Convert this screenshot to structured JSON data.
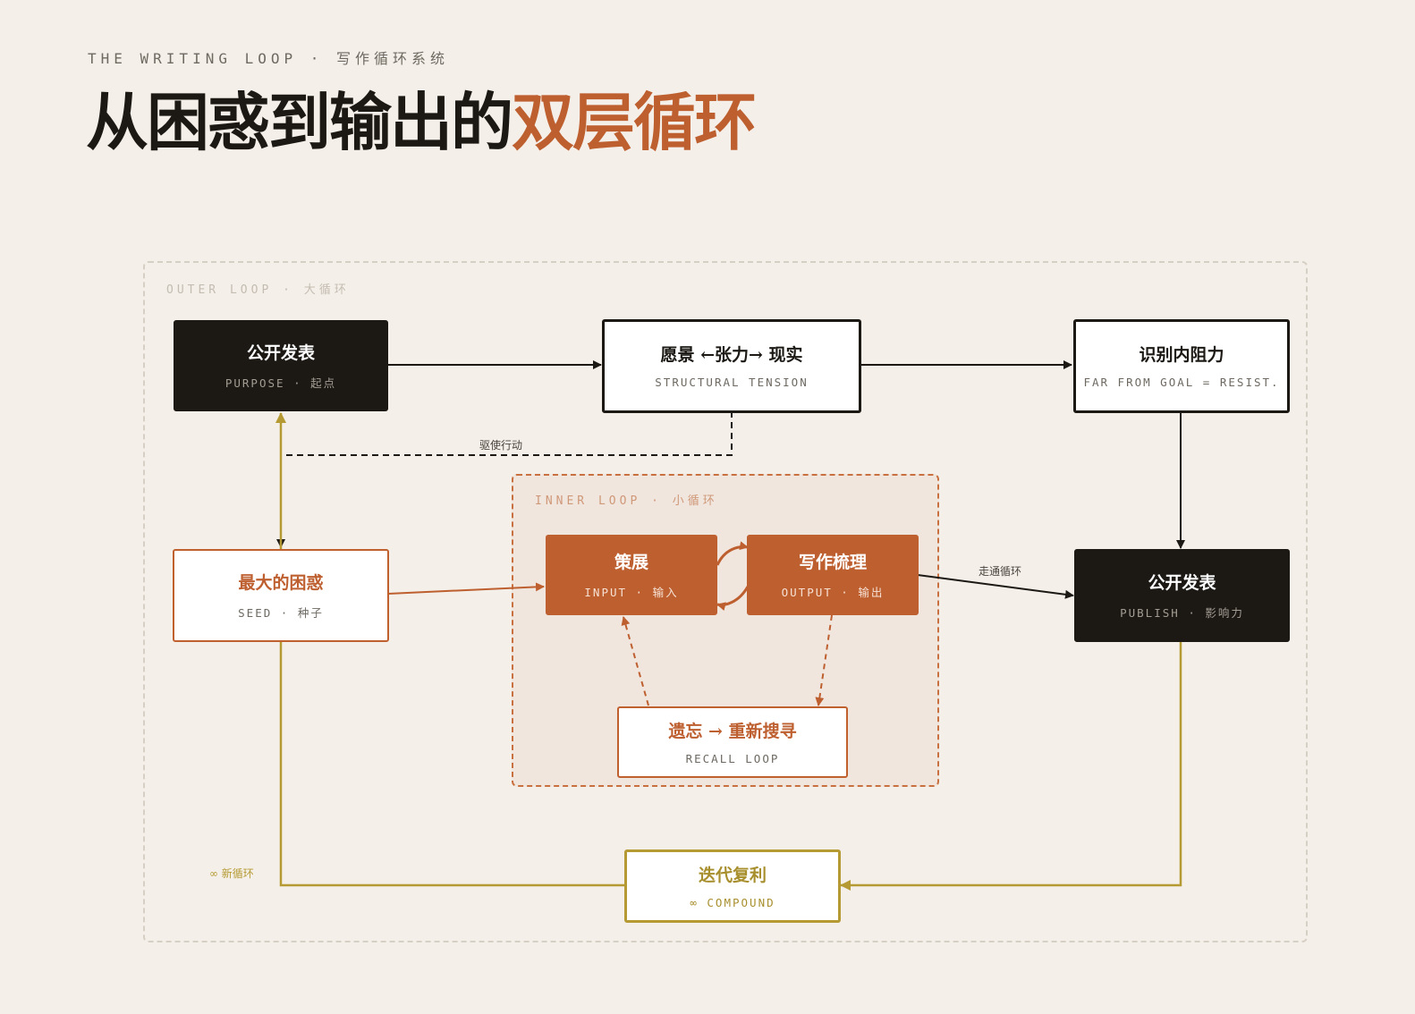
{
  "header": {
    "kicker": "THE WRITING LOOP · 写作循环系统",
    "title_main": "从困惑到输出的",
    "title_accent": "双层循环"
  },
  "frames": {
    "outer_label": "OUTER LOOP · 大循环",
    "inner_label": "INNER LOOP · 小循环"
  },
  "nodes": {
    "purpose": {
      "title": "公开发表",
      "subtitle": "PURPOSE · 起点"
    },
    "tension": {
      "title": "愿景 ←张力→ 现实",
      "subtitle": "STRUCTURAL TENSION"
    },
    "resist": {
      "title": "识别内阻力",
      "subtitle": "FAR FROM GOAL = RESIST."
    },
    "seed": {
      "title": "最大的困惑",
      "subtitle": "SEED · 种子"
    },
    "input": {
      "title": "策展",
      "subtitle": "INPUT · 输入"
    },
    "output": {
      "title": "写作梳理",
      "subtitle": "OUTPUT · 输出"
    },
    "recall": {
      "title": "遗忘 → 重新搜寻",
      "subtitle": "RECALL LOOP"
    },
    "publish": {
      "title": "公开发表",
      "subtitle": "PUBLISH · 影响力"
    },
    "compound": {
      "title": "迭代复利",
      "subtitle": "∞ COMPOUND"
    }
  },
  "edges": {
    "drive": "驱使行动",
    "through": "走通循环",
    "new_loop": "∞ 新循环"
  },
  "colors": {
    "background": "#f4efe8",
    "ink": "#1c1915",
    "accent": "#be5f30",
    "gold": "#b59a33"
  }
}
